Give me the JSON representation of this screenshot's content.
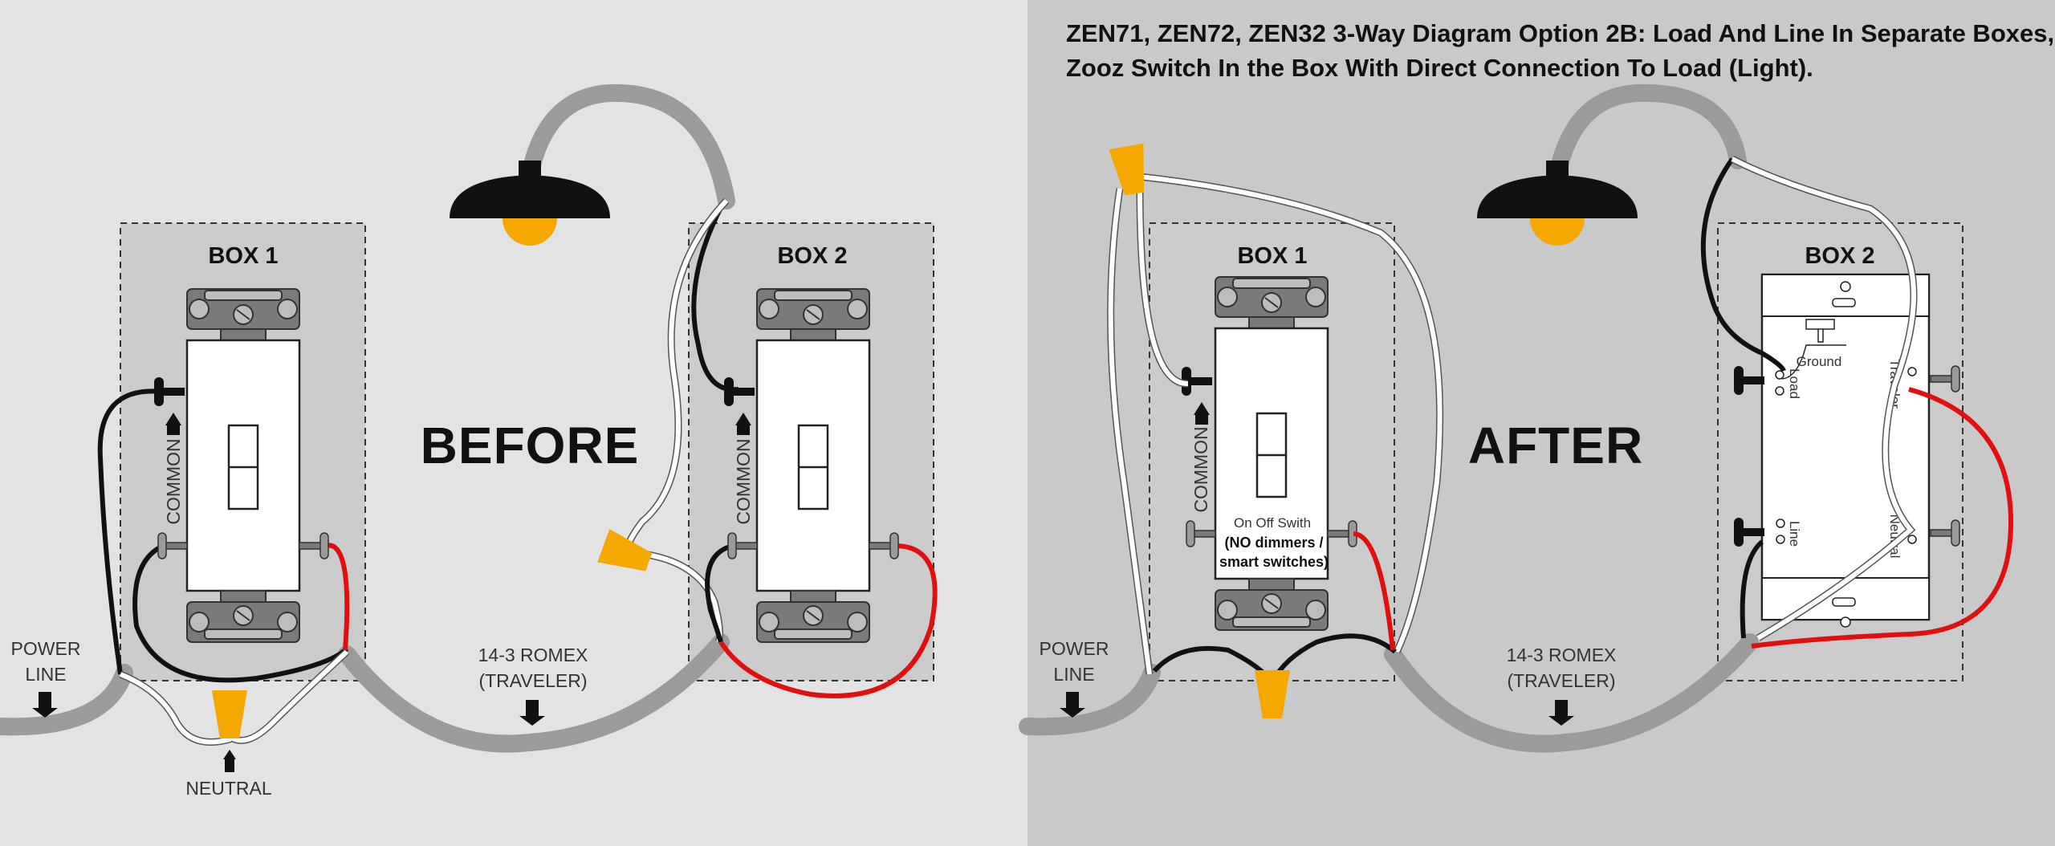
{
  "title_line1": "ZEN71, ZEN72, ZEN32 3-Way Diagram Option 2B: Load And Line In Separate Boxes,",
  "title_line2": "Zooz Switch In the Box With Direct Connection To Load (Light).",
  "before": {
    "heading": "BEFORE",
    "box1_label": "BOX 1",
    "box2_label": "BOX 2",
    "common_label": "COMMON",
    "power_line_1": "POWER",
    "power_line_2": "LINE",
    "romex_1": "14-3 ROMEX",
    "romex_2": "(TRAVELER)",
    "neutral_label": "NEUTRAL"
  },
  "after": {
    "heading": "AFTER",
    "box1_label": "BOX 1",
    "box2_label": "BOX 2",
    "common_label": "COMMON",
    "switch_text_1": "On Off Swith",
    "switch_text_2": "(NO dimmers /",
    "switch_text_3": "smart switches)",
    "power_line_1": "POWER",
    "power_line_2": "LINE",
    "romex_1": "14-3 ROMEX",
    "romex_2": "(TRAVELER)",
    "terminal_ground": "Ground",
    "terminal_load": "Load",
    "terminal_traveler": "Traveler",
    "terminal_line": "Line",
    "terminal_neutral": "Neutral"
  },
  "colors": {
    "left_panel_bg": "#e3e3e3",
    "right_panel_bg": "#c9c9c9",
    "box_fill": "#cbcbcb",
    "cable_gray": "#9b9b9b",
    "hot_black": "#111111",
    "traveler_red": "#e01010",
    "neutral_white": "#ffffff",
    "wire_nut_orange": "#f5a800",
    "bulb_yellow": "#f7a800"
  },
  "icons": [
    "pendant-light-icon",
    "wire-nut-icon",
    "toggle-switch-icon",
    "smart-switch-icon",
    "screw-terminal-icon"
  ]
}
